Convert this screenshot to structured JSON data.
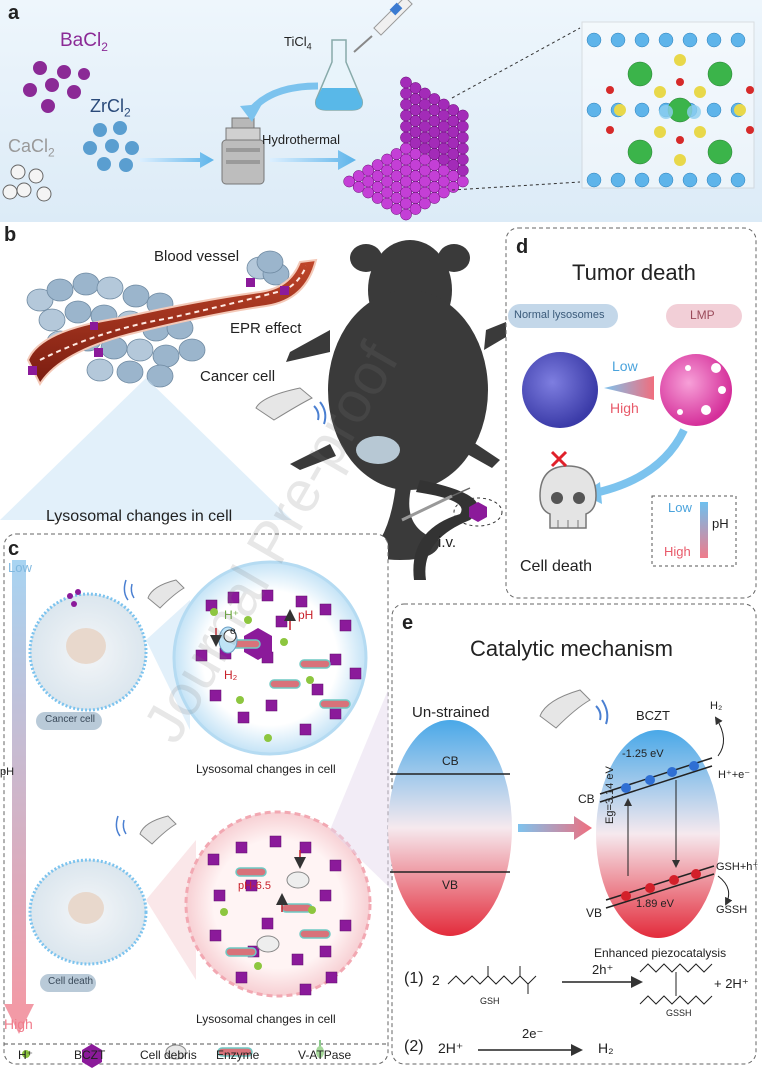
{
  "panels": {
    "a": "a",
    "b": "b",
    "c": "c",
    "d": "d",
    "e": "e"
  },
  "panel_a": {
    "bacl2": "BaCl",
    "bacl2_sub": "2",
    "zrcl2": "ZrCl",
    "zrcl2_sub": "2",
    "cacl2": "CaCl",
    "cacl2_sub": "2",
    "ticl4": "TiCl",
    "ticl4_sub": "4",
    "hydrothermal": "Hydrothermal"
  },
  "panel_b": {
    "blood_vessel": "Blood vessel",
    "epr": "EPR effect",
    "cancer_cell": "Cancer cell",
    "lysosomal": "Lysosomal changes in cell",
    "iv": "i.v."
  },
  "panel_c": {
    "low": "Low",
    "high": "High",
    "ph": "pH",
    "cancer_cell": "Cancer cell",
    "cell_death": "Cell death",
    "lysosomal_1": "Lysosomal changes in cell",
    "lysosomal_2": "Lysosomal changes in cell",
    "h_plus": "H⁺",
    "e_minus": "e",
    "h2": "H₂",
    "ph_up": "pH",
    "ph_65": "pH-6.5",
    "legend": [
      {
        "label": "H⁺",
        "color": "#8dc63f"
      },
      {
        "label": "BCZT",
        "color": "#8b1a9a"
      },
      {
        "label": "Cell debris",
        "color": "#d8d8d8"
      },
      {
        "label": "Enzyme",
        "color": "#d8727a"
      },
      {
        "label": "V-ATPase",
        "color": "#a5d89a"
      }
    ]
  },
  "panel_d": {
    "title": "Tumor death",
    "normal_lysosomes": "Normal lysosomes",
    "lmp": "LMP",
    "low": "Low",
    "high": "High",
    "cell_death": "Cell death",
    "legend_low": "Low",
    "legend_high": "High",
    "legend_ph": "pH"
  },
  "panel_e": {
    "title": "Catalytic mechanism",
    "unstrained": "Un-strained",
    "bczt": "BCZT",
    "cb_left": "CB",
    "vb_left": "VB",
    "cb_right": "CB",
    "vb_right": "VB",
    "cb_energy": "-1.25 eV",
    "vb_energy": "1.89 eV",
    "eg": "Eg=3.14 eV",
    "h2": "H₂",
    "h_e": "H⁺+e⁻",
    "gsh_h": "GSH+h⁺",
    "gssh": "GSSH",
    "enhanced": "Enhanced piezocatalysis",
    "eq1_num": "(1)",
    "eq1_coef": "2",
    "eq1_gsh": "GSH",
    "eq1_arrow": "2h⁺",
    "eq1_gssh": "GSSH",
    "eq1_plus": "+ 2H⁺",
    "eq2_num": "(2)",
    "eq2_left": "2H⁺",
    "eq2_arrow": "2e⁻",
    "eq2_right": "H₂"
  },
  "watermark": "Journal Pre-proof",
  "colors": {
    "purple": "#8b1a9a",
    "blue_light": "#7fb8df",
    "pink": "#f07c8b",
    "green": "#8dc63f"
  }
}
